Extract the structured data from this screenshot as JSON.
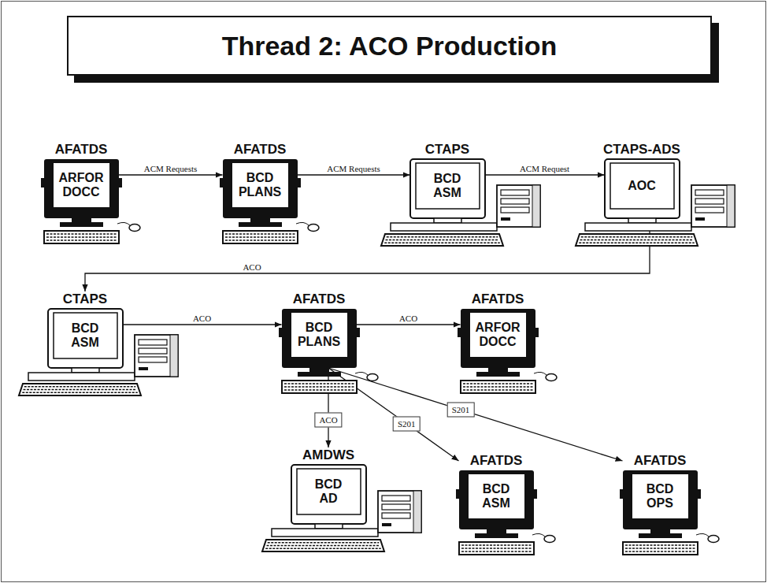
{
  "diagram": {
    "title": "Thread 2: ACO Production",
    "nodes": [
      {
        "text": [
          "AFATDS",
          "ARFOR DOCC"
        ]
      },
      {
        "text": [
          "AFATDS",
          "BCD PLANS"
        ]
      },
      {
        "text": [
          "CTAPS",
          "BCD ASM"
        ]
      },
      {
        "text": [
          "CTAPS-ADS",
          "AOC"
        ]
      },
      {
        "text": [
          "CTAPS",
          "BCD ASM"
        ]
      },
      {
        "text": [
          "AFATDS",
          "BCD PLANS"
        ]
      },
      {
        "text": [
          "AFATDS",
          "ARFOR DOCC"
        ]
      },
      {
        "text": [
          "AMDWS",
          "BCD AD"
        ]
      },
      {
        "text": [
          "AFATDS",
          "BCD ASM"
        ]
      },
      {
        "text": [
          "AFATDS",
          "BCD OPS"
        ]
      }
    ],
    "edges": [
      {
        "from": 0,
        "to": 1,
        "arrow": "to",
        "label": "ACM Requests"
      },
      {
        "from": 1,
        "to": 2,
        "arrow": "to",
        "label": "ACM Requests"
      },
      {
        "from": 2,
        "to": 3,
        "arrow": "to",
        "label": "ACM Request"
      },
      {
        "from": 3,
        "to": 4,
        "arrow": "to",
        "label": "ACO"
      },
      {
        "from": 4,
        "to": 5,
        "arrow": "to",
        "label": "ACO"
      },
      {
        "from": 5,
        "to": 6,
        "arrow": "to",
        "label": "ACO"
      },
      {
        "from": 5,
        "to": 7,
        "arrow": "to",
        "label": "ACO"
      },
      {
        "from": 5,
        "to": 8,
        "arrow": "to",
        "label": "S201"
      },
      {
        "from": 5,
        "to": 9,
        "arrow": "to",
        "label": "S201"
      }
    ]
  }
}
